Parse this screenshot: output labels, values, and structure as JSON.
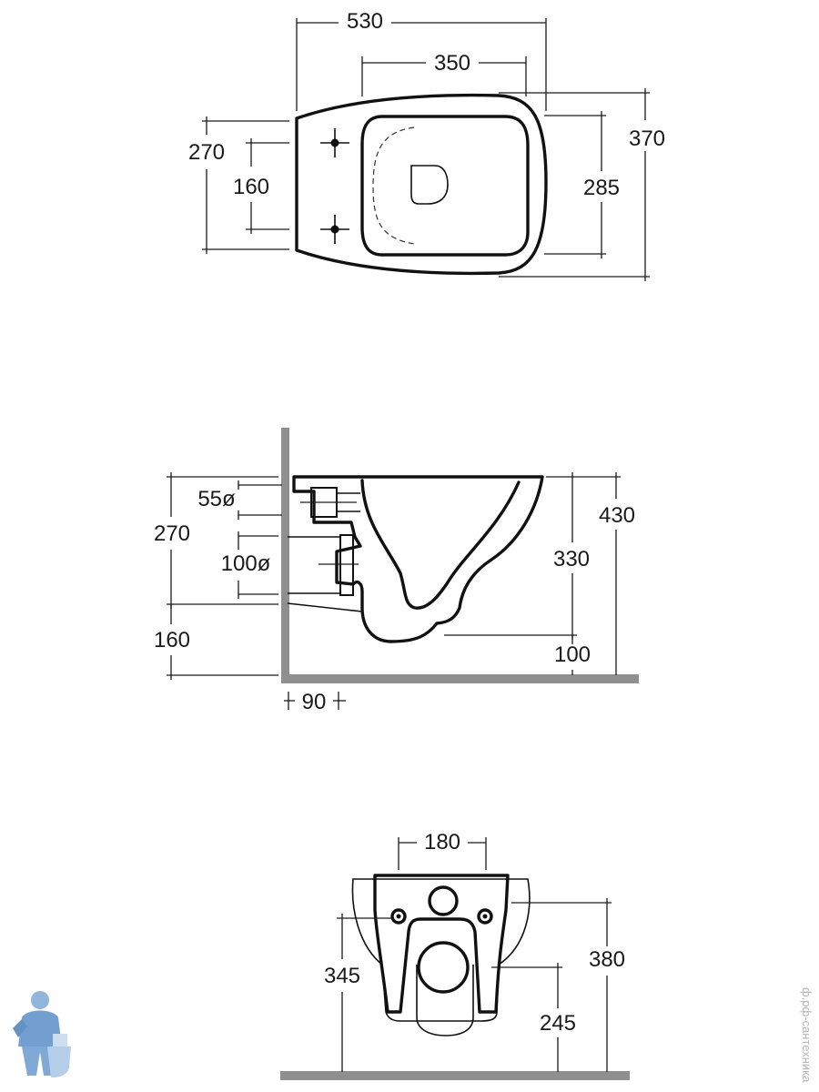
{
  "top_view": {
    "dims": {
      "overall_length": "530",
      "seat_opening": "350",
      "rear_width": "270",
      "bolt_spacing": "160",
      "bowl_width": "285",
      "overall_width": "370"
    }
  },
  "side_view": {
    "dims": {
      "inlet_diameter": "55ø",
      "outlet_diameter": "100ø",
      "rear_height": "270",
      "outlet_height": "160",
      "wall_offset": "90",
      "bowl_depth": "330",
      "rim_height": "430",
      "bottom_clearance": "100"
    }
  },
  "rear_view": {
    "dims": {
      "inlet_spacing": "180",
      "bolt_height": "345",
      "overall_height": "380",
      "outlet_height": "245"
    }
  },
  "watermark": "ф.рф-сантехника"
}
